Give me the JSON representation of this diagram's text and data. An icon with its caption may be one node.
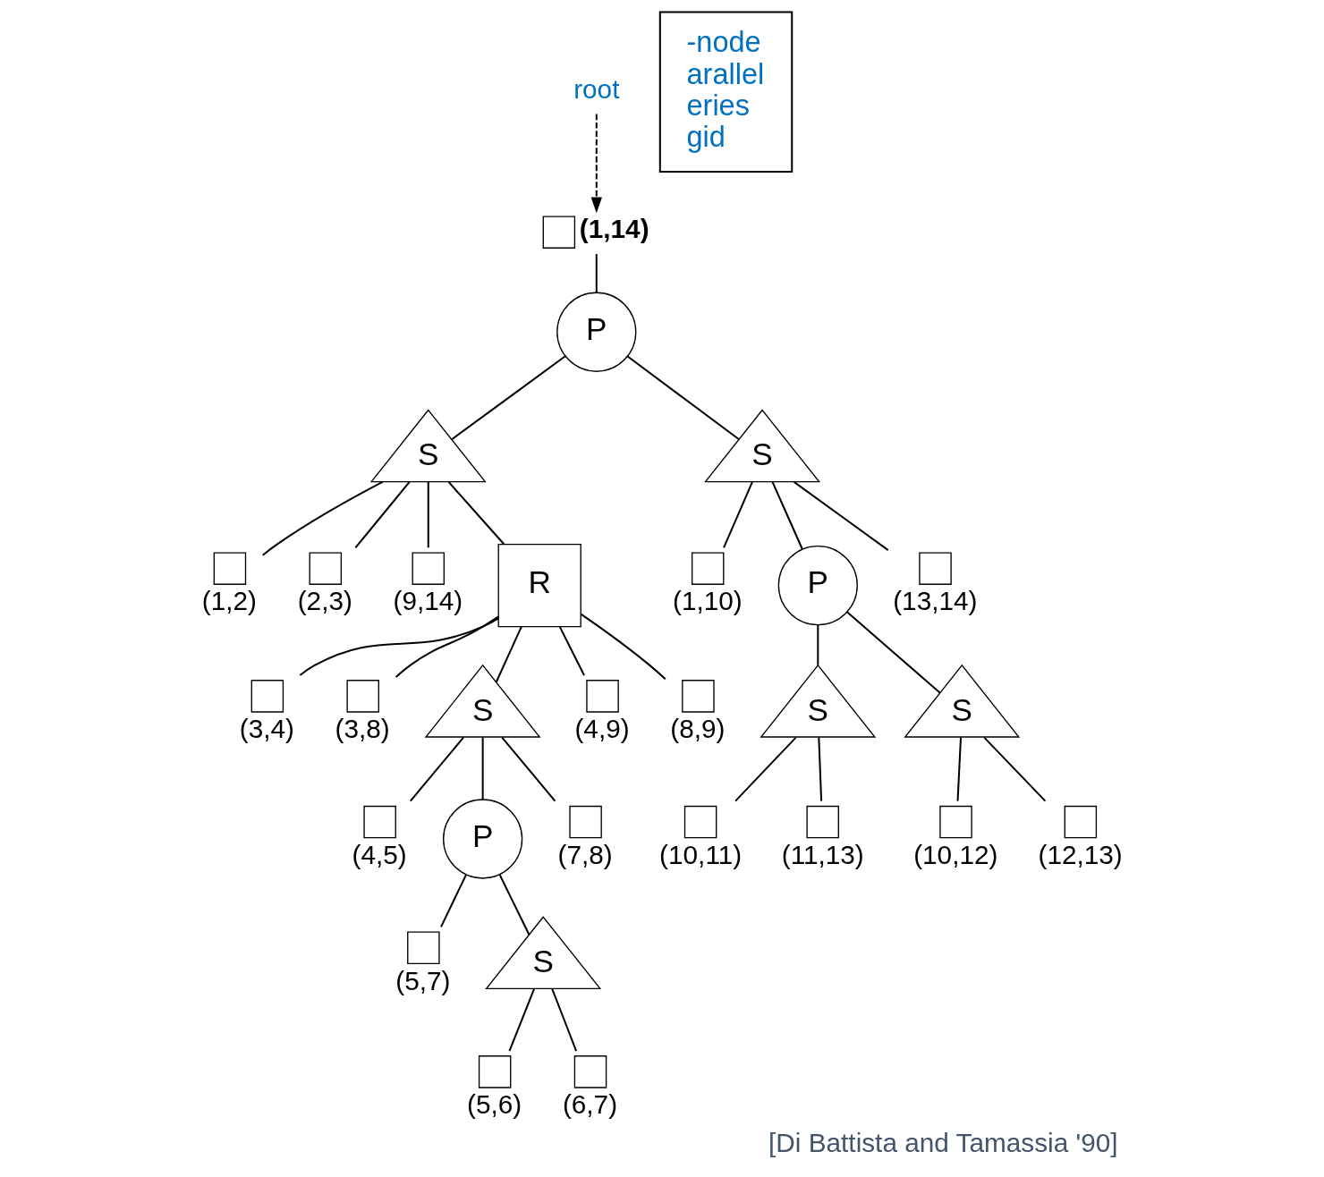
{
  "diagram": {
    "caption": "[Di Battista and Tamassia '90]",
    "nodes": [
      {
        "text": [
          "root"
        ]
      },
      {
        "text": [],
        "shape": "box",
        "beside": [
          "(1,14)"
        ]
      },
      {
        "text": [
          "P"
        ]
      },
      {
        "text": [
          "S"
        ]
      },
      {
        "text": [
          "S"
        ]
      },
      {
        "text": [],
        "shape": "box",
        "beside": [
          "(1,2)"
        ]
      },
      {
        "text": [],
        "shape": "box",
        "beside": [
          "(2,3)"
        ]
      },
      {
        "text": [],
        "shape": "box",
        "beside": [
          "(9,14)"
        ]
      },
      {
        "text": [
          "R"
        ]
      },
      {
        "text": [],
        "shape": "box",
        "beside": [
          "(1,10)"
        ]
      },
      {
        "text": [
          "P"
        ]
      },
      {
        "text": [],
        "shape": "box",
        "beside": [
          "(13,14)"
        ]
      },
      {
        "text": [],
        "shape": "box",
        "beside": [
          "(3,4)"
        ]
      },
      {
        "text": [],
        "shape": "box",
        "beside": [
          "(3,8)"
        ]
      },
      {
        "text": [
          "S"
        ]
      },
      {
        "text": [],
        "shape": "box",
        "beside": [
          "(4,9)"
        ]
      },
      {
        "text": [],
        "shape": "box",
        "beside": [
          "(8,9)"
        ]
      },
      {
        "text": [
          "S"
        ]
      },
      {
        "text": [
          "S"
        ]
      },
      {
        "text": [],
        "shape": "box",
        "beside": [
          "(4,5)"
        ]
      },
      {
        "text": [
          "P"
        ]
      },
      {
        "text": [],
        "shape": "box",
        "beside": [
          "(7,8)"
        ]
      },
      {
        "text": [],
        "shape": "box",
        "beside": [
          "(10,11)"
        ]
      },
      {
        "text": [],
        "shape": "box",
        "beside": [
          "(11,13)"
        ]
      },
      {
        "text": [],
        "shape": "box",
        "beside": [
          "(10,12)"
        ]
      },
      {
        "text": [],
        "shape": "box",
        "beside": [
          "(12,13)"
        ]
      },
      {
        "text": [],
        "shape": "box",
        "beside": [
          "(5,7)"
        ]
      },
      {
        "text": [
          "S"
        ]
      },
      {
        "text": [],
        "shape": "box",
        "beside": [
          "(5,6)"
        ]
      },
      {
        "text": [],
        "shape": "box",
        "beside": [
          "(6,7)"
        ]
      },
      {
        "text": [
          "-node",
          "arallel",
          "eries",
          "gid"
        ]
      }
    ],
    "edges": [
      {
        "from": 0,
        "to": 1,
        "arrow": "to",
        "style": "dashed"
      },
      {
        "from": 1,
        "to": 2,
        "arrow": "none"
      },
      {
        "from": 2,
        "to": 3,
        "arrow": "none"
      },
      {
        "from": 2,
        "to": 4,
        "arrow": "none"
      },
      {
        "from": 3,
        "to": 5,
        "arrow": "none"
      },
      {
        "from": 3,
        "to": 6,
        "arrow": "none"
      },
      {
        "from": 3,
        "to": 7,
        "arrow": "none"
      },
      {
        "from": 3,
        "to": 8,
        "arrow": "none"
      },
      {
        "from": 4,
        "to": 9,
        "arrow": "none"
      },
      {
        "from": 4,
        "to": 10,
        "arrow": "none"
      },
      {
        "from": 4,
        "to": 11,
        "arrow": "none"
      },
      {
        "from": 8,
        "to": 12,
        "arrow": "none"
      },
      {
        "from": 8,
        "to": 13,
        "arrow": "none"
      },
      {
        "from": 8,
        "to": 14,
        "arrow": "none"
      },
      {
        "from": 8,
        "to": 15,
        "arrow": "none"
      },
      {
        "from": 8,
        "to": 16,
        "arrow": "none"
      },
      {
        "from": 10,
        "to": 17,
        "arrow": "none"
      },
      {
        "from": 10,
        "to": 18,
        "arrow": "none"
      },
      {
        "from": 14,
        "to": 19,
        "arrow": "none"
      },
      {
        "from": 14,
        "to": 20,
        "arrow": "none"
      },
      {
        "from": 14,
        "to": 21,
        "arrow": "none"
      },
      {
        "from": 17,
        "to": 22,
        "arrow": "none"
      },
      {
        "from": 17,
        "to": 23,
        "arrow": "none"
      },
      {
        "from": 18,
        "to": 24,
        "arrow": "none"
      },
      {
        "from": 18,
        "to": 25,
        "arrow": "none"
      },
      {
        "from": 20,
        "to": 26,
        "arrow": "none"
      },
      {
        "from": 20,
        "to": 27,
        "arrow": "none"
      },
      {
        "from": 27,
        "to": 28,
        "arrow": "none"
      },
      {
        "from": 27,
        "to": 29,
        "arrow": "none"
      }
    ]
  }
}
